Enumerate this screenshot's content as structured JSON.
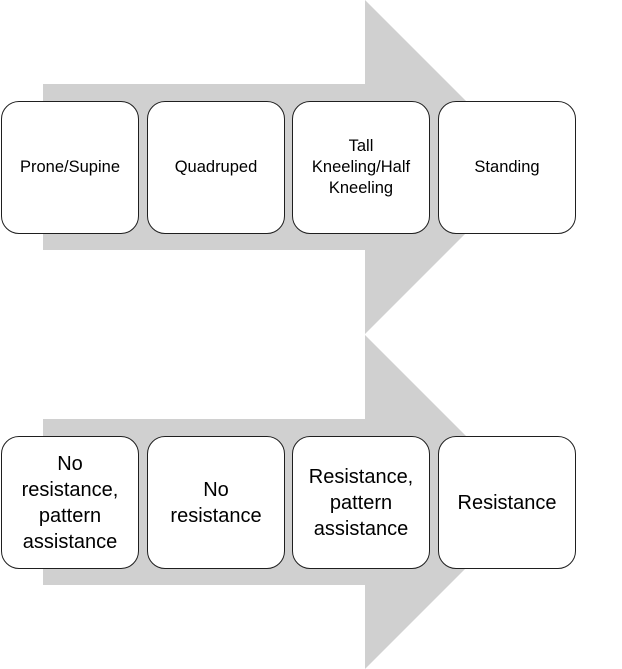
{
  "diagram": {
    "arrow_color": "#d0d0d0",
    "box_border_color": "#1f1f1f",
    "box_fill_color": "#ffffff",
    "rows": [
      {
        "steps": [
          {
            "label": "Prone/Supine"
          },
          {
            "label": "Quadruped"
          },
          {
            "label": "Tall Kneeling/Half Kneeling"
          },
          {
            "label": "Standing"
          }
        ]
      },
      {
        "steps": [
          {
            "label": "No resistance, pattern assistance"
          },
          {
            "label": "No resistance"
          },
          {
            "label": "Resistance, pattern assistance"
          },
          {
            "label": "Resistance"
          }
        ]
      }
    ]
  }
}
